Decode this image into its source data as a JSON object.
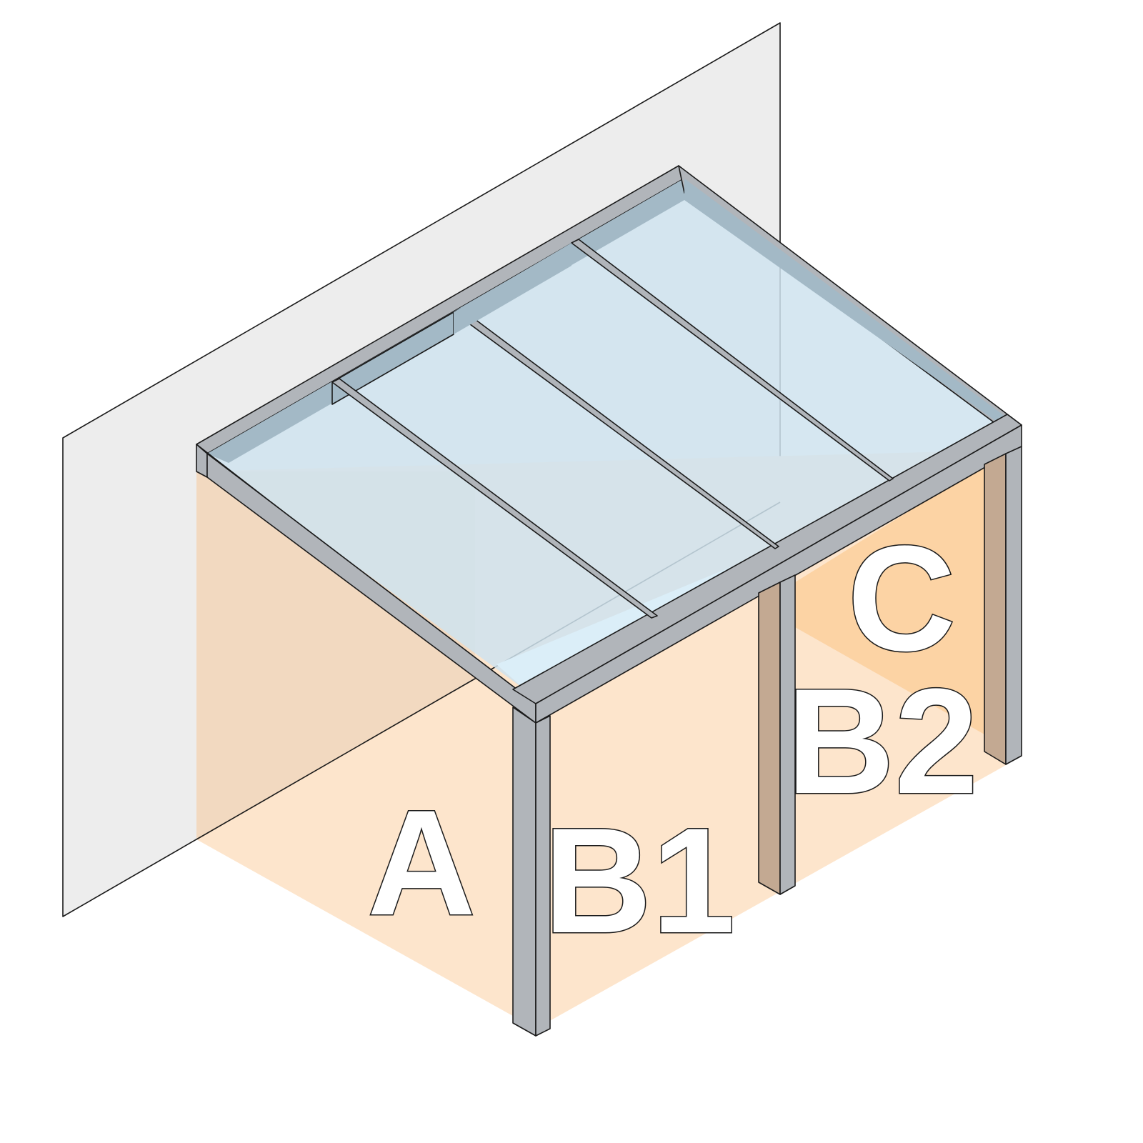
{
  "labels": {
    "a": "A",
    "b1": "B1",
    "b2": "B2",
    "c": "C"
  },
  "colors": {
    "wall": "#ededed",
    "floor": "#fde5cc",
    "side_panel": "#f2d9c0",
    "back_panel": "#fcd3a4",
    "glass": "#cfe3ee",
    "frame": "#b1b5ba",
    "frame_dark": "#a3b9c6",
    "post_shadow": "#c3a992"
  }
}
